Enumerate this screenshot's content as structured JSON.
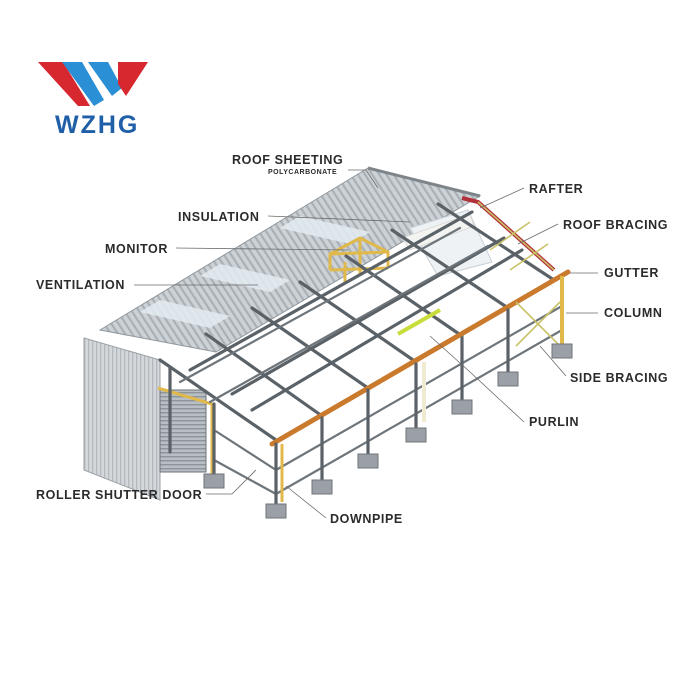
{
  "logo": {
    "text": "WZHG",
    "colors": {
      "red": "#d7282f",
      "blue": "#2b8fd6",
      "text": "#1f5fa8"
    }
  },
  "labels": {
    "roof_sheeting": "ROOF SHEETING",
    "polycarbonate": "POLYCARBONATE",
    "insulation": "INSULATION",
    "monitor": "MONITOR",
    "ventilation": "VENTILATION",
    "rafter": "RAFTER",
    "roof_bracing": "ROOF BRACING",
    "gutter": "GUTTER",
    "column": "COLUMN",
    "side_bracing": "SIDE BRACING",
    "purlin": "PURLIN",
    "roller_shutter_door": "ROLLER SHUTTER DOOR",
    "downpipe": "DOWNPIPE"
  },
  "colors": {
    "steel": "#5a6268",
    "gutter": "#c97a2c",
    "rafter": "#b2303a",
    "column_accent": "#e0b94a",
    "purlin_accent": "#c8dd3a",
    "bracing": "#c9c267",
    "roof_sheet": "#c9ced3",
    "footing": "#9aa0a5"
  }
}
